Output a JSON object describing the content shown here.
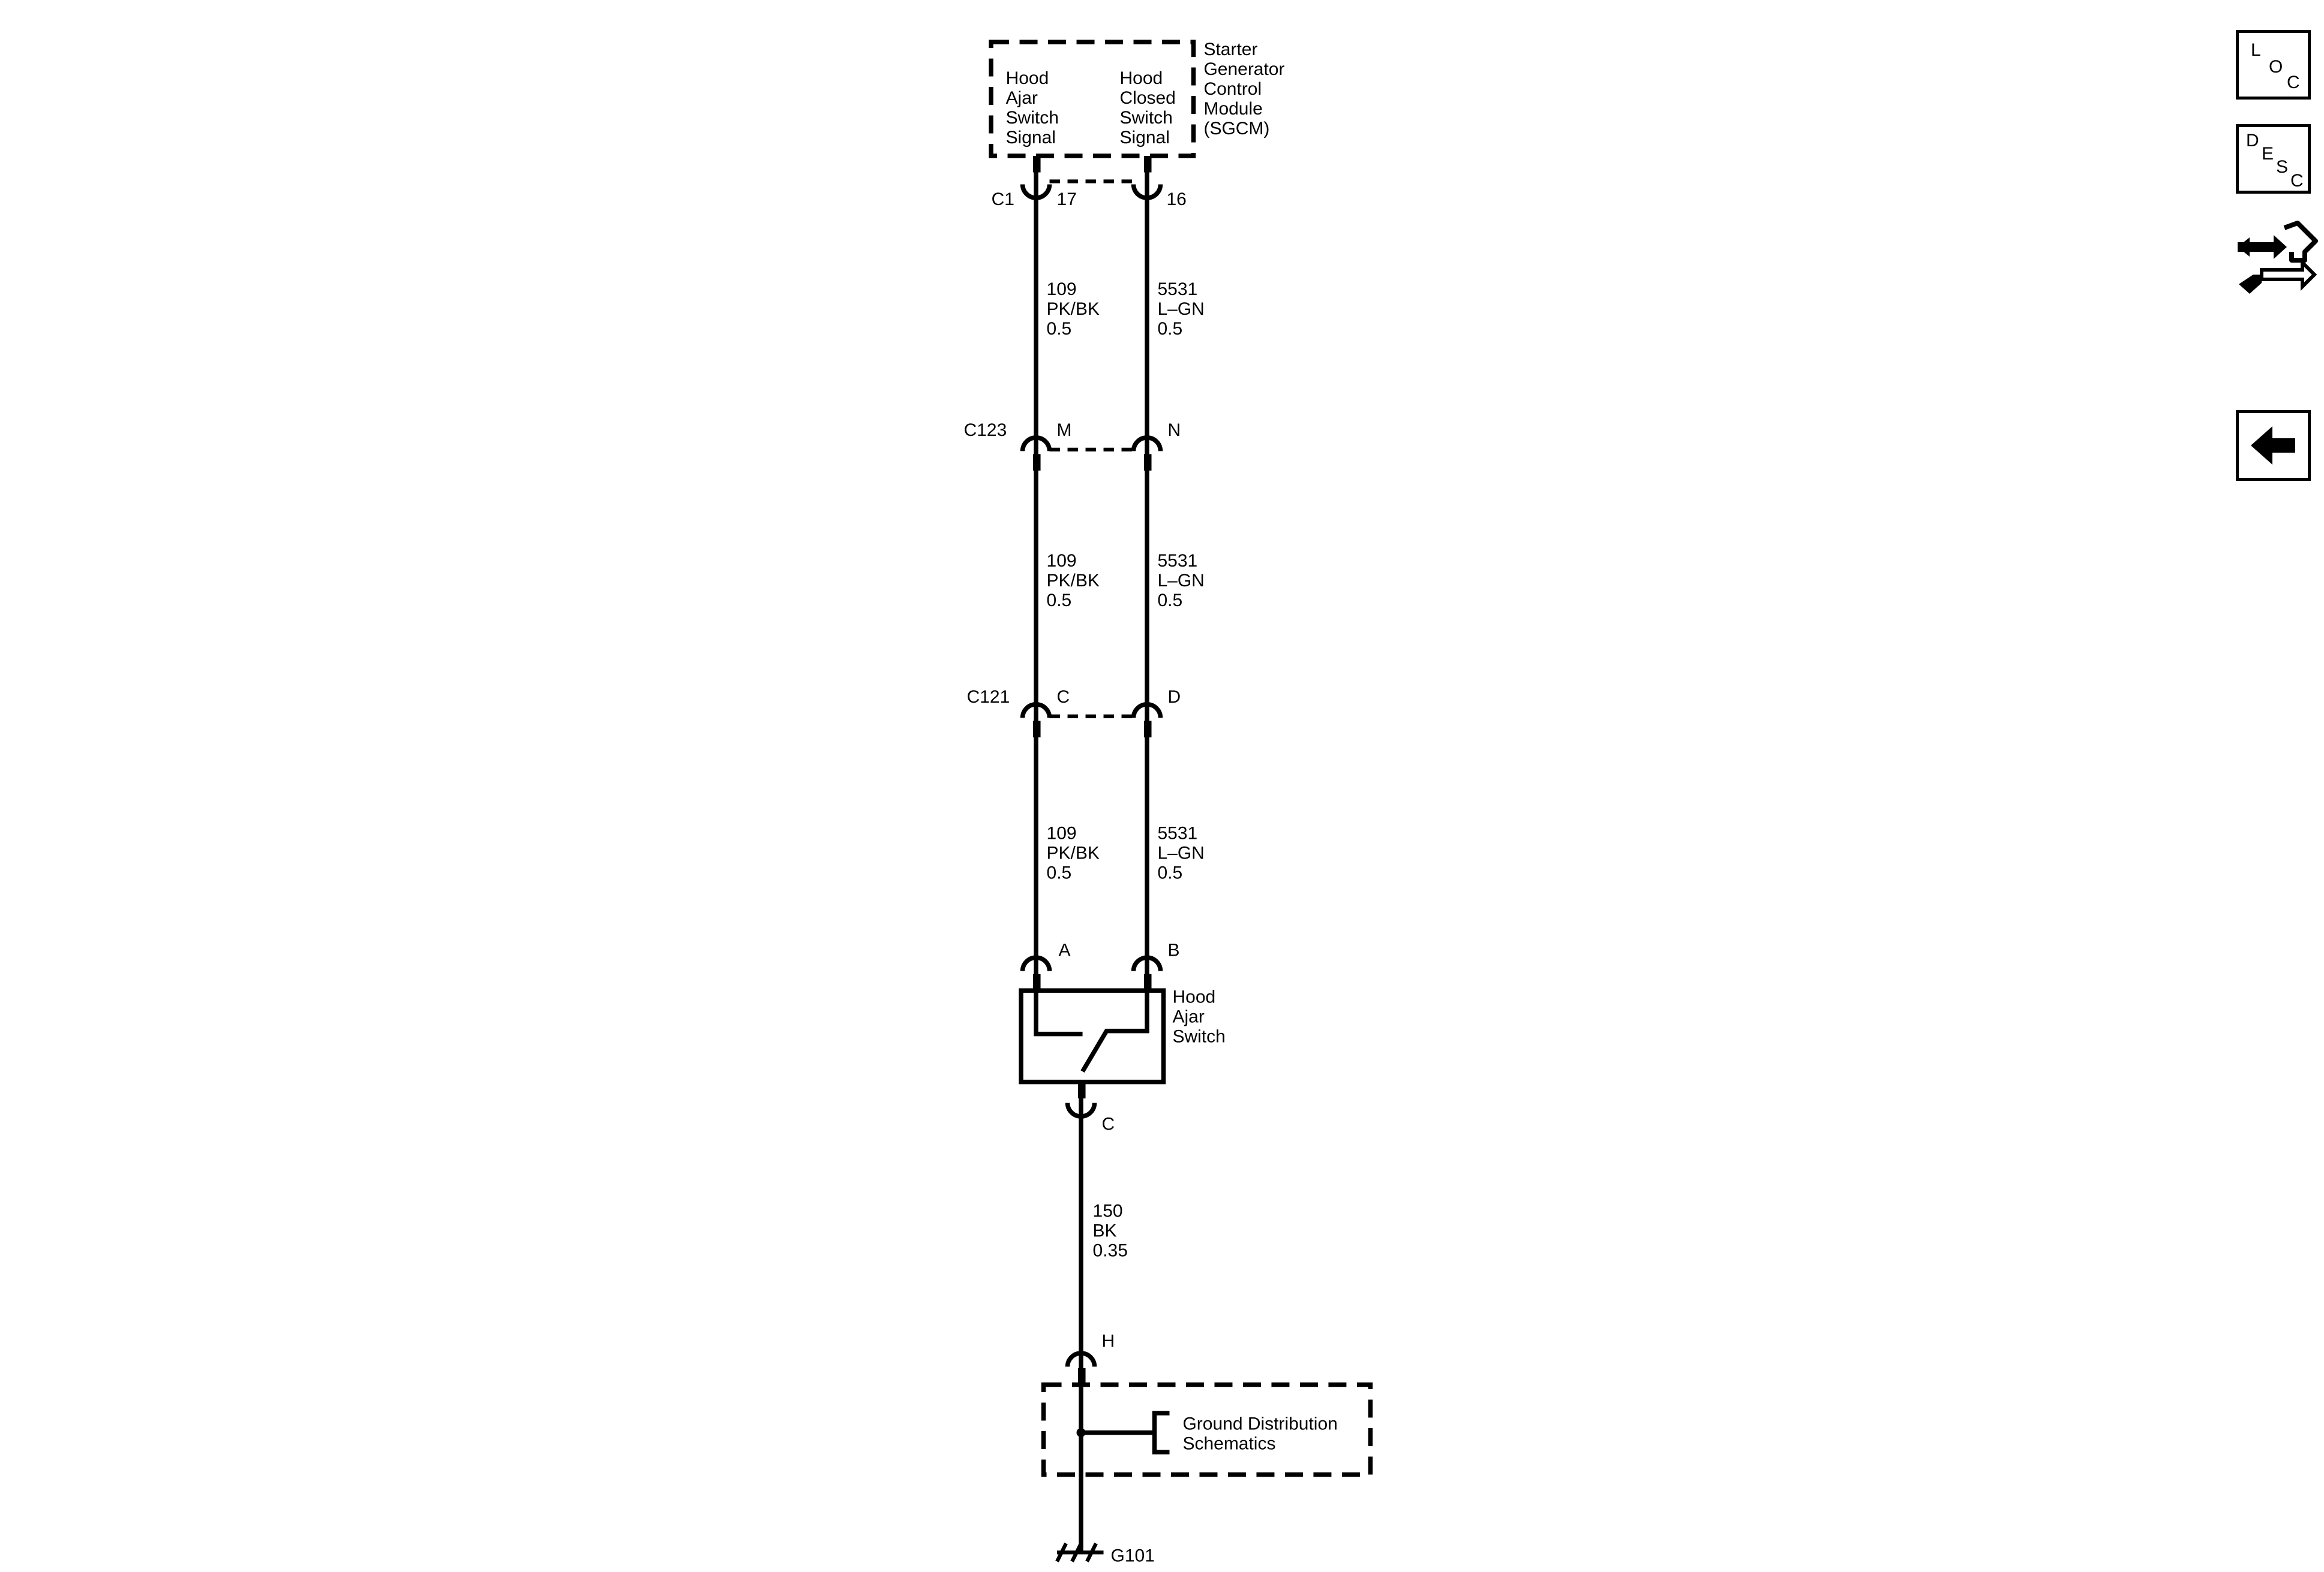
{
  "module": {
    "name_lines": [
      "Starter",
      "Generator",
      "Control",
      "Module",
      "(SGCM)"
    ],
    "pin_left_lines": [
      "Hood",
      "Ajar",
      "Switch",
      "Signal"
    ],
    "pin_right_lines": [
      "Hood",
      "Closed",
      "Switch",
      "Signal"
    ]
  },
  "connectors": {
    "c1": {
      "name": "C1",
      "left_pin": "17",
      "right_pin": "16"
    },
    "c123": {
      "name": "C123",
      "left_pin": "M",
      "right_pin": "N"
    },
    "c121": {
      "name": "C121",
      "left_pin": "C",
      "right_pin": "D"
    },
    "switch_top": {
      "left_pin": "A",
      "right_pin": "B"
    },
    "switch_bottom": {
      "pin": "C"
    },
    "ground_block": {
      "pin": "H"
    }
  },
  "wires": {
    "left": {
      "circuit": "109",
      "color": "PK/BK",
      "gauge": "0.5"
    },
    "right": {
      "circuit": "5531",
      "color": "L–GN",
      "gauge": "0.5"
    },
    "ground": {
      "circuit": "150",
      "color": "BK",
      "gauge": "0.35"
    }
  },
  "switch": {
    "name_lines": [
      "Hood",
      "Ajar",
      "Switch"
    ]
  },
  "ground_distribution": {
    "label_lines": [
      "Ground Distribution",
      "Schematics"
    ]
  },
  "ground": {
    "name": "G101"
  },
  "nav": {
    "loc": {
      "letters": [
        "L",
        "O",
        "C"
      ]
    },
    "desc": {
      "letters": [
        "D",
        "E",
        "S",
        "C"
      ]
    },
    "connector_icon": "connector-tool-icon",
    "back_icon": "back-arrow-icon"
  }
}
